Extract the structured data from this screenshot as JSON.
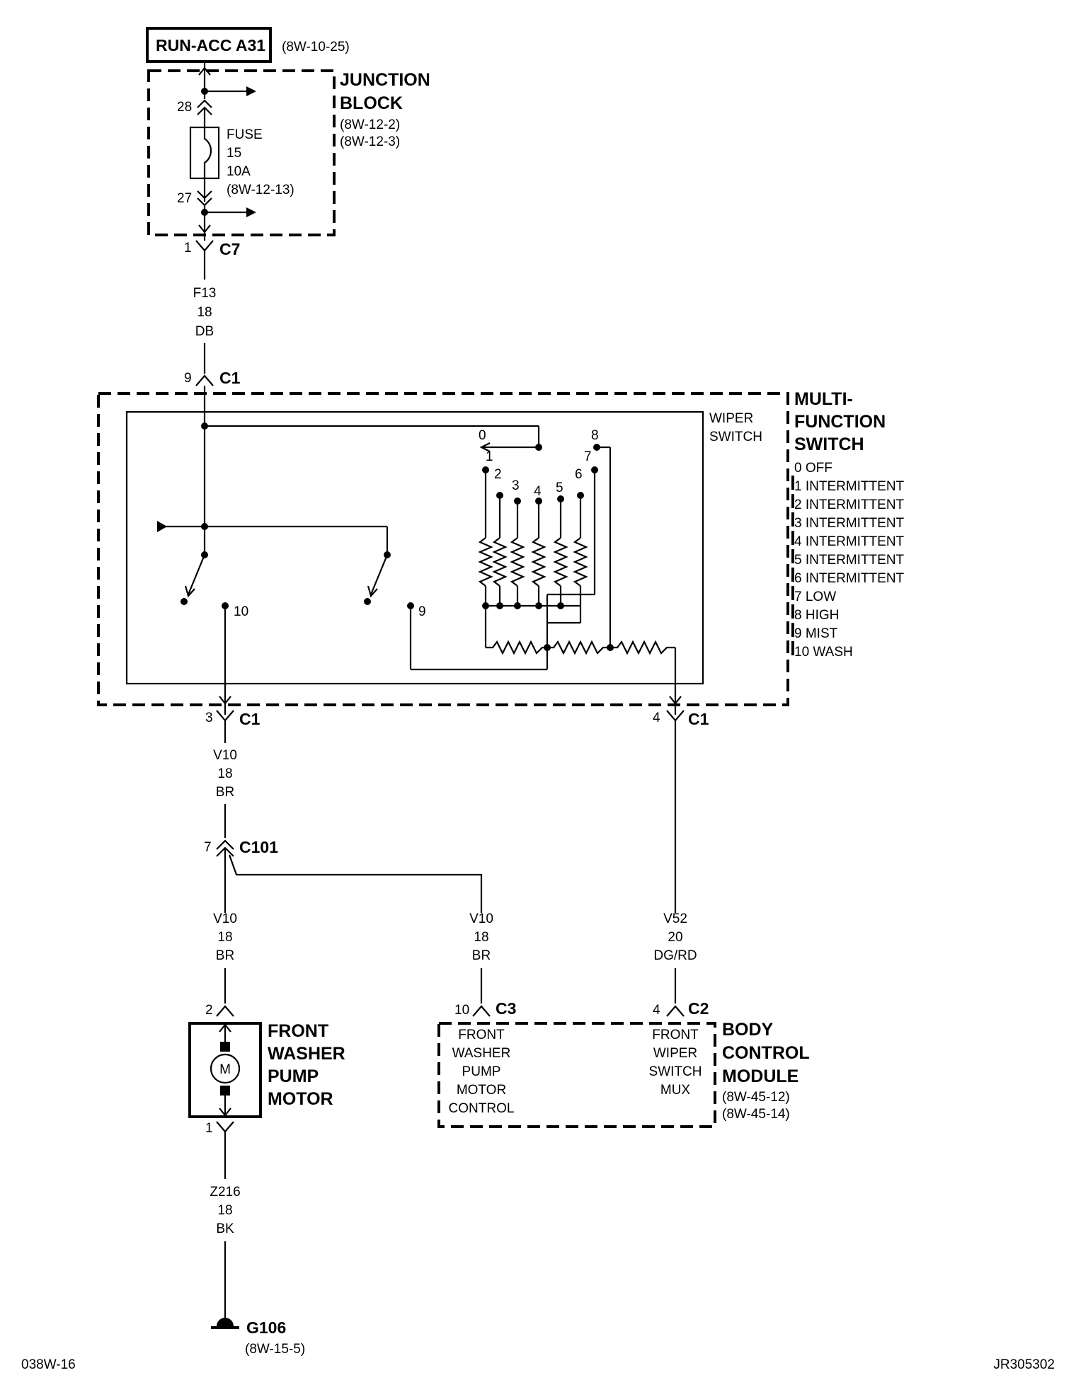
{
  "source": {
    "label": "RUN-ACC A31",
    "ref": "(8W-10-25)"
  },
  "junction_block": {
    "name_line1": "JUNCTION",
    "name_line2": "BLOCK",
    "ref1": "(8W-12-2)",
    "ref2": "(8W-12-3)",
    "pin_top": "28",
    "pin_bottom": "27",
    "fuse": {
      "l1": "FUSE",
      "l2": "15",
      "l3": "10A",
      "l4": "(8W-12-13)"
    }
  },
  "c7": {
    "pin": "1",
    "name": "C7"
  },
  "wire_f13": {
    "circuit": "F13",
    "gauge": "18",
    "color": "DB"
  },
  "c1_in": {
    "pin": "9",
    "name": "C1"
  },
  "mfs": {
    "name_line1": "MULTI-",
    "name_line2": "FUNCTION",
    "name_line3": "SWITCH",
    "sub_line1": "WIPER",
    "sub_line2": "SWITCH",
    "positions": [
      "0 OFF",
      "1 INTERMITTENT",
      "2 INTERMITTENT",
      "3 INTERMITTENT",
      "4 INTERMITTENT",
      "5 INTERMITTENT",
      "6 INTERMITTENT",
      "7 LOW",
      "8 HIGH",
      "9 MIST",
      "10 WASH"
    ],
    "contact_numbers": [
      "0",
      "1",
      "2",
      "3",
      "4",
      "5",
      "6",
      "7",
      "8",
      "9",
      "10"
    ]
  },
  "c1_out3": {
    "pin": "3",
    "name": "C1"
  },
  "c1_out4": {
    "pin": "4",
    "name": "C1"
  },
  "wire_v10_a": {
    "circuit": "V10",
    "gauge": "18",
    "color": "BR"
  },
  "c101": {
    "pin": "7",
    "name": "C101"
  },
  "wire_v10_b": {
    "circuit": "V10",
    "gauge": "18",
    "color": "BR"
  },
  "wire_v10_c": {
    "circuit": "V10",
    "gauge": "18",
    "color": "BR"
  },
  "wire_v52": {
    "circuit": "V52",
    "gauge": "20",
    "color": "DG/RD"
  },
  "pump": {
    "pin_top": "2",
    "pin_bottom": "1",
    "motor_symbol": "M",
    "name_line1": "FRONT",
    "name_line2": "WASHER",
    "name_line3": "PUMP",
    "name_line4": "MOTOR"
  },
  "bcm": {
    "c3_pin": "10",
    "c3_name": "C3",
    "c2_pin": "4",
    "c2_name": "C2",
    "name_line1": "BODY",
    "name_line2": "CONTROL",
    "name_line3": "MODULE",
    "ref1": "(8W-45-12)",
    "ref2": "(8W-45-14)",
    "func1": [
      "FRONT",
      "WASHER",
      "PUMP",
      "MOTOR",
      "CONTROL"
    ],
    "func2": [
      "FRONT",
      "WIPER",
      "SWITCH",
      "MUX"
    ]
  },
  "wire_z216": {
    "circuit": "Z216",
    "gauge": "18",
    "color": "BK"
  },
  "ground": {
    "name": "G106",
    "ref": "(8W-15-5)"
  },
  "footer": {
    "left": "038W-16",
    "right": "JR305302"
  }
}
